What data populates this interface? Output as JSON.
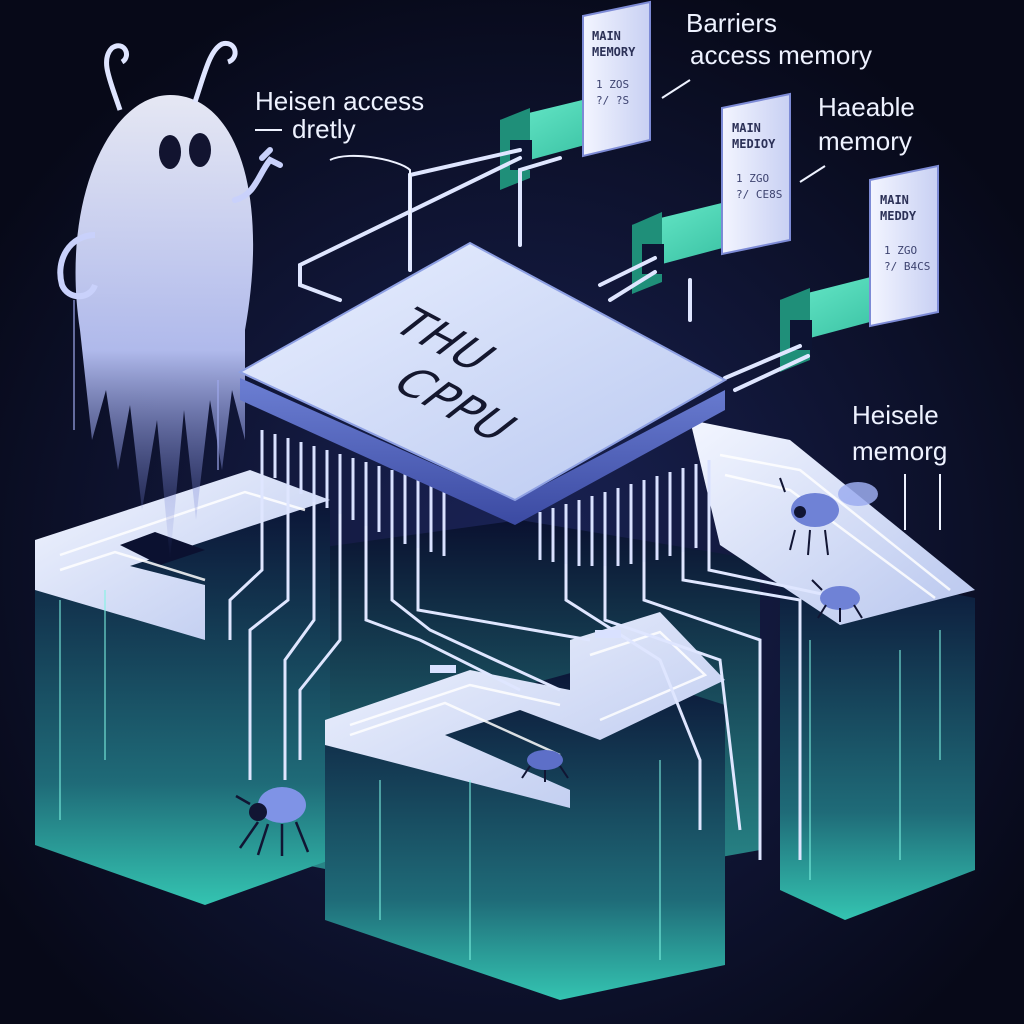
{
  "chip": {
    "line1": "THU",
    "line2": "CPPU"
  },
  "callouts": {
    "heisen_access": [
      "Heisen access",
      "dretly"
    ],
    "barriers": [
      "Barriers",
      "access memory"
    ],
    "haeable": [
      "Haeable",
      "memory"
    ],
    "heisele": [
      "Heisele",
      "memorg"
    ]
  },
  "memory_modules": [
    {
      "title": [
        "MAIN",
        "MEMORY"
      ],
      "detail": [
        "1 ZOS",
        "?/ ?S"
      ]
    },
    {
      "title": [
        "MAIN",
        "MEDIOY"
      ],
      "detail": [
        "1 ZGO",
        "?/ CE8S"
      ]
    },
    {
      "title": [
        "MAIN",
        "MEDDY"
      ],
      "detail": [
        "1 ZGO",
        "?/ B4CS"
      ]
    }
  ],
  "colors": {
    "background": "#0b0e22",
    "accent": "#3fd3b0",
    "chip": "#cdd8f3",
    "board_face": "#3aa39a"
  }
}
